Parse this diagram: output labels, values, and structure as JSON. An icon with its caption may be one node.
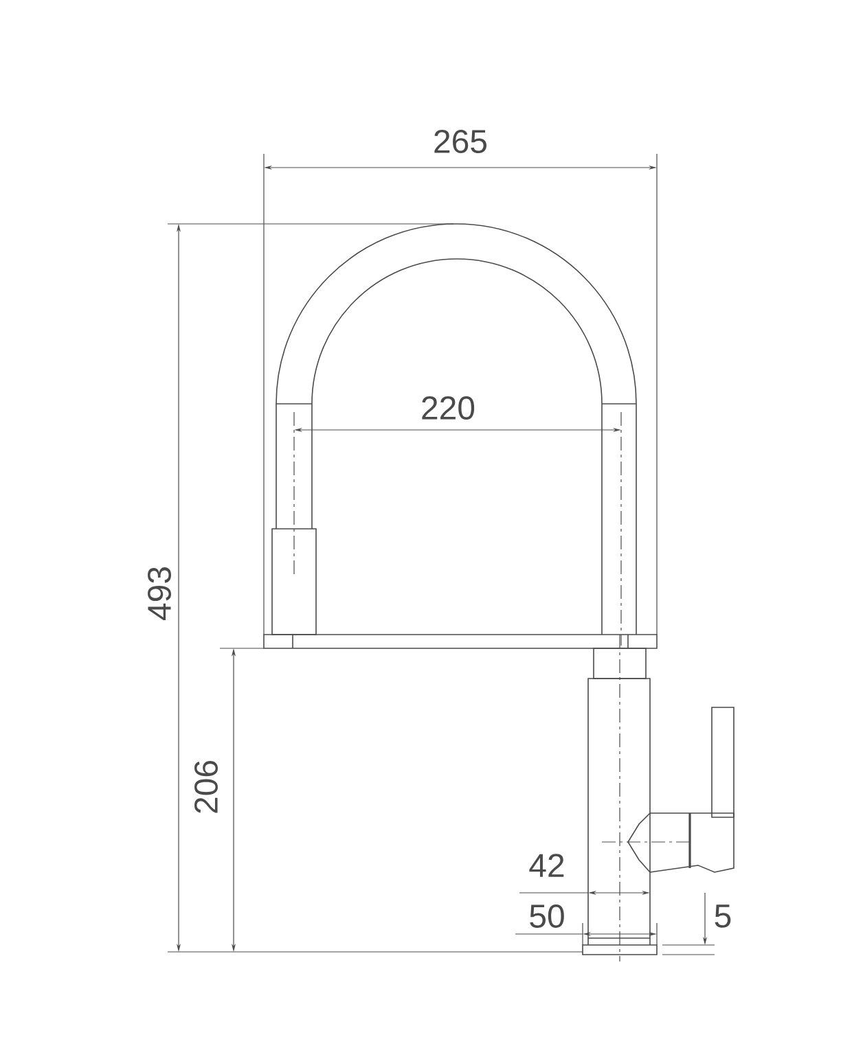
{
  "diagram": {
    "labels": [
      "265",
      "220",
      "493",
      "206",
      "42",
      "50",
      "5"
    ]
  }
}
